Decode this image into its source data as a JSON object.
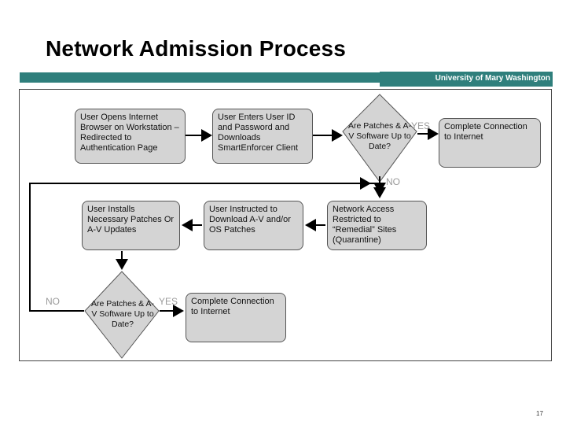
{
  "slide": {
    "title": "Network Admission Process",
    "university": "University of Mary Washington",
    "page_number": "17"
  },
  "colors": {
    "band": "#2f7f7c",
    "box_fill": "#d4d4d4"
  },
  "flow": {
    "box1": "User Opens Internet Browser on Workstation – Redirected to Authentication Page",
    "box2": "User Enters User ID and Password and Downloads SmartEnforcer Client",
    "decision1": "Are Patches & A-V Software Up to Date?",
    "box3": "Complete Connection to Internet",
    "box4": "User Installs Necessary Patches Or A-V Updates",
    "box5": "User Instructed to Download A-V and/or OS Patches",
    "box6": "Network Access Restricted to “Remedial” Sites (Quarantine)",
    "decision2": "Are Patches & A-V Software Up to Date?",
    "box7": "Complete Connection to Internet",
    "yes1": "YES",
    "no1": "NO",
    "no2": "NO",
    "yes2": "YES"
  }
}
